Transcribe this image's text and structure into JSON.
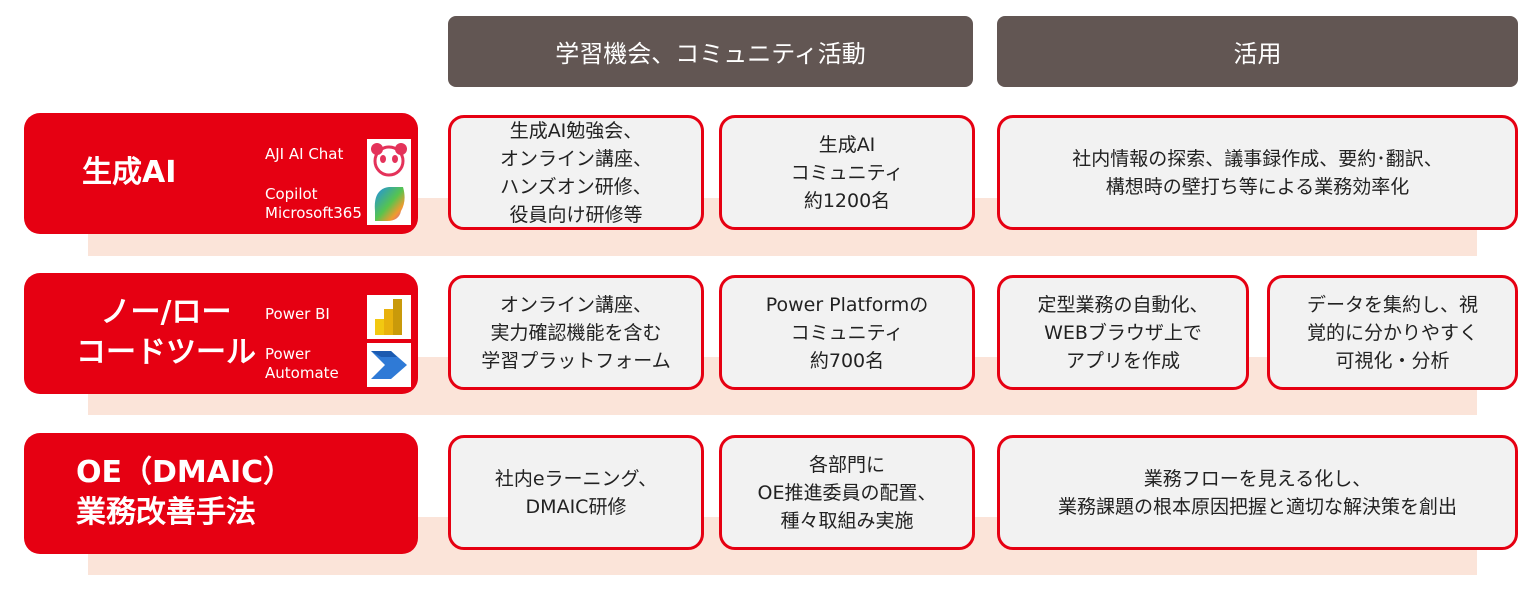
{
  "headers": {
    "learning": "学習機会、コミュニティ活動",
    "usage": "活用"
  },
  "rows": [
    {
      "title": "生成AI",
      "tools": [
        "AJI AI Chat",
        "Copilot\nMicrosoft365"
      ],
      "cells": [
        "生成AI勉強会、\nオンライン講座、\nハンズオン研修、\n役員向け研修等",
        "生成AI\nコミュニティ\n約1200名",
        "社内情報の探索、議事録作成、要約･翻訳、\n構想時の壁打ち等による業務効率化"
      ]
    },
    {
      "title": "ノー/ロー\nコードツール",
      "tools": [
        "Power BI",
        "Power\nAutomate"
      ],
      "cells": [
        "オンライン講座、\n実力確認機能を含む\n学習プラットフォーム",
        "Power Platformの\nコミュニティ\n約700名",
        "定型業務の自動化、\nWEBブラウザ上で\nアプリを作成",
        "データを集約し、視\n覚的に分かりやすく\n可視化・分析"
      ]
    },
    {
      "title": "OE（DMAIC）\n業務改善手法",
      "tools": [],
      "cells": [
        "社内eラーニング、\nDMAIC研修",
        "各部門に\nOE推進委員の配置、\n種々取組み実施",
        "業務フローを見える化し、\n業務課題の根本原因把握と適切な解決策を創出"
      ]
    }
  ],
  "colors": {
    "red": "#e60012",
    "header": "#625653",
    "band": "#fbe4d9",
    "cell": "#f2f2f2"
  }
}
